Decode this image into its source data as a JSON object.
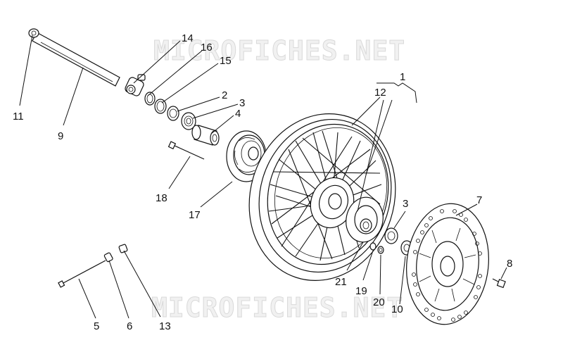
{
  "watermark": {
    "top_text": "MICROFICHES.NET",
    "bottom_text": "MICROFICHES.NET"
  },
  "callouts": {
    "n1": "1",
    "n2": "2",
    "n3a": "3",
    "n3b": "3",
    "n4": "4",
    "n5": "5",
    "n6": "6",
    "n7": "7",
    "n8": "8",
    "n9": "9",
    "n10": "10",
    "n11": "11",
    "n12": "12",
    "n13": "13",
    "n14": "14",
    "n15": "15",
    "n16": "16",
    "n17": "17",
    "n18": "18",
    "n19": "19",
    "n20": "20",
    "n21": "21"
  }
}
